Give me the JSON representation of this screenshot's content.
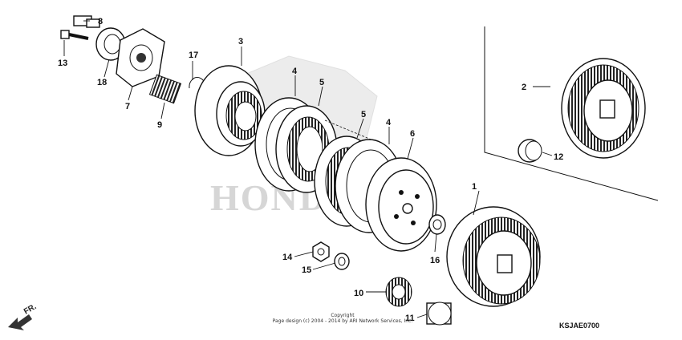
{
  "diagram": {
    "callouts": [
      "1",
      "2",
      "3",
      "4",
      "4",
      "5",
      "5",
      "6",
      "7",
      "8",
      "9",
      "10",
      "11",
      "12",
      "13",
      "14",
      "15",
      "16",
      "17",
      "18"
    ],
    "watermark": "HONDA",
    "copyright_line1": "Copyright",
    "copyright_line2": "Page design (c) 2004 - 2014 by ARI Network Services, Inc.",
    "diagram_code": "KSJAE0700",
    "direction_label": "FR."
  }
}
